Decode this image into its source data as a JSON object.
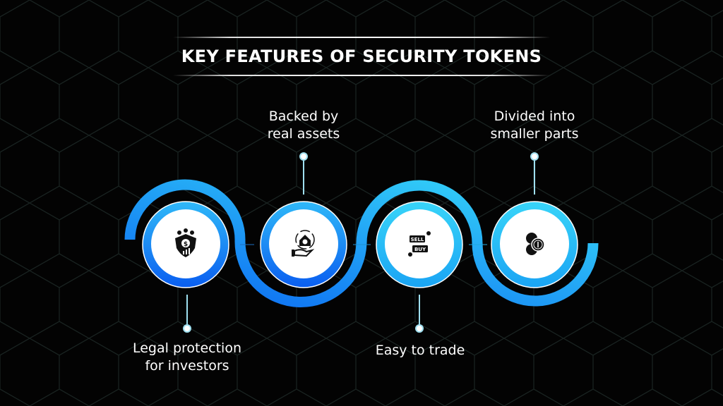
{
  "title": "KEY FEATURES OF SECURITY TOKENS",
  "features": [
    {
      "label_line1": "Legal protection",
      "label_line2": "for investors",
      "icon": "shield-investors-icon",
      "position": "below"
    },
    {
      "label_line1": "Backed by",
      "label_line2": "real assets",
      "icon": "hand-house-asset-icon",
      "position": "above"
    },
    {
      "label_line1": "Easy to trade",
      "label_line2": "",
      "icon": "sell-buy-icon",
      "position": "below"
    },
    {
      "label_line1": "Divided into",
      "label_line2": "smaller parts",
      "icon": "coins-icon",
      "position": "above"
    }
  ],
  "colors": {
    "gradient_start": "#0a66f2",
    "gradient_end": "#38dcf8",
    "background": "#030303"
  },
  "icon_text": {
    "sell": "SELL",
    "buy": "BUY"
  }
}
